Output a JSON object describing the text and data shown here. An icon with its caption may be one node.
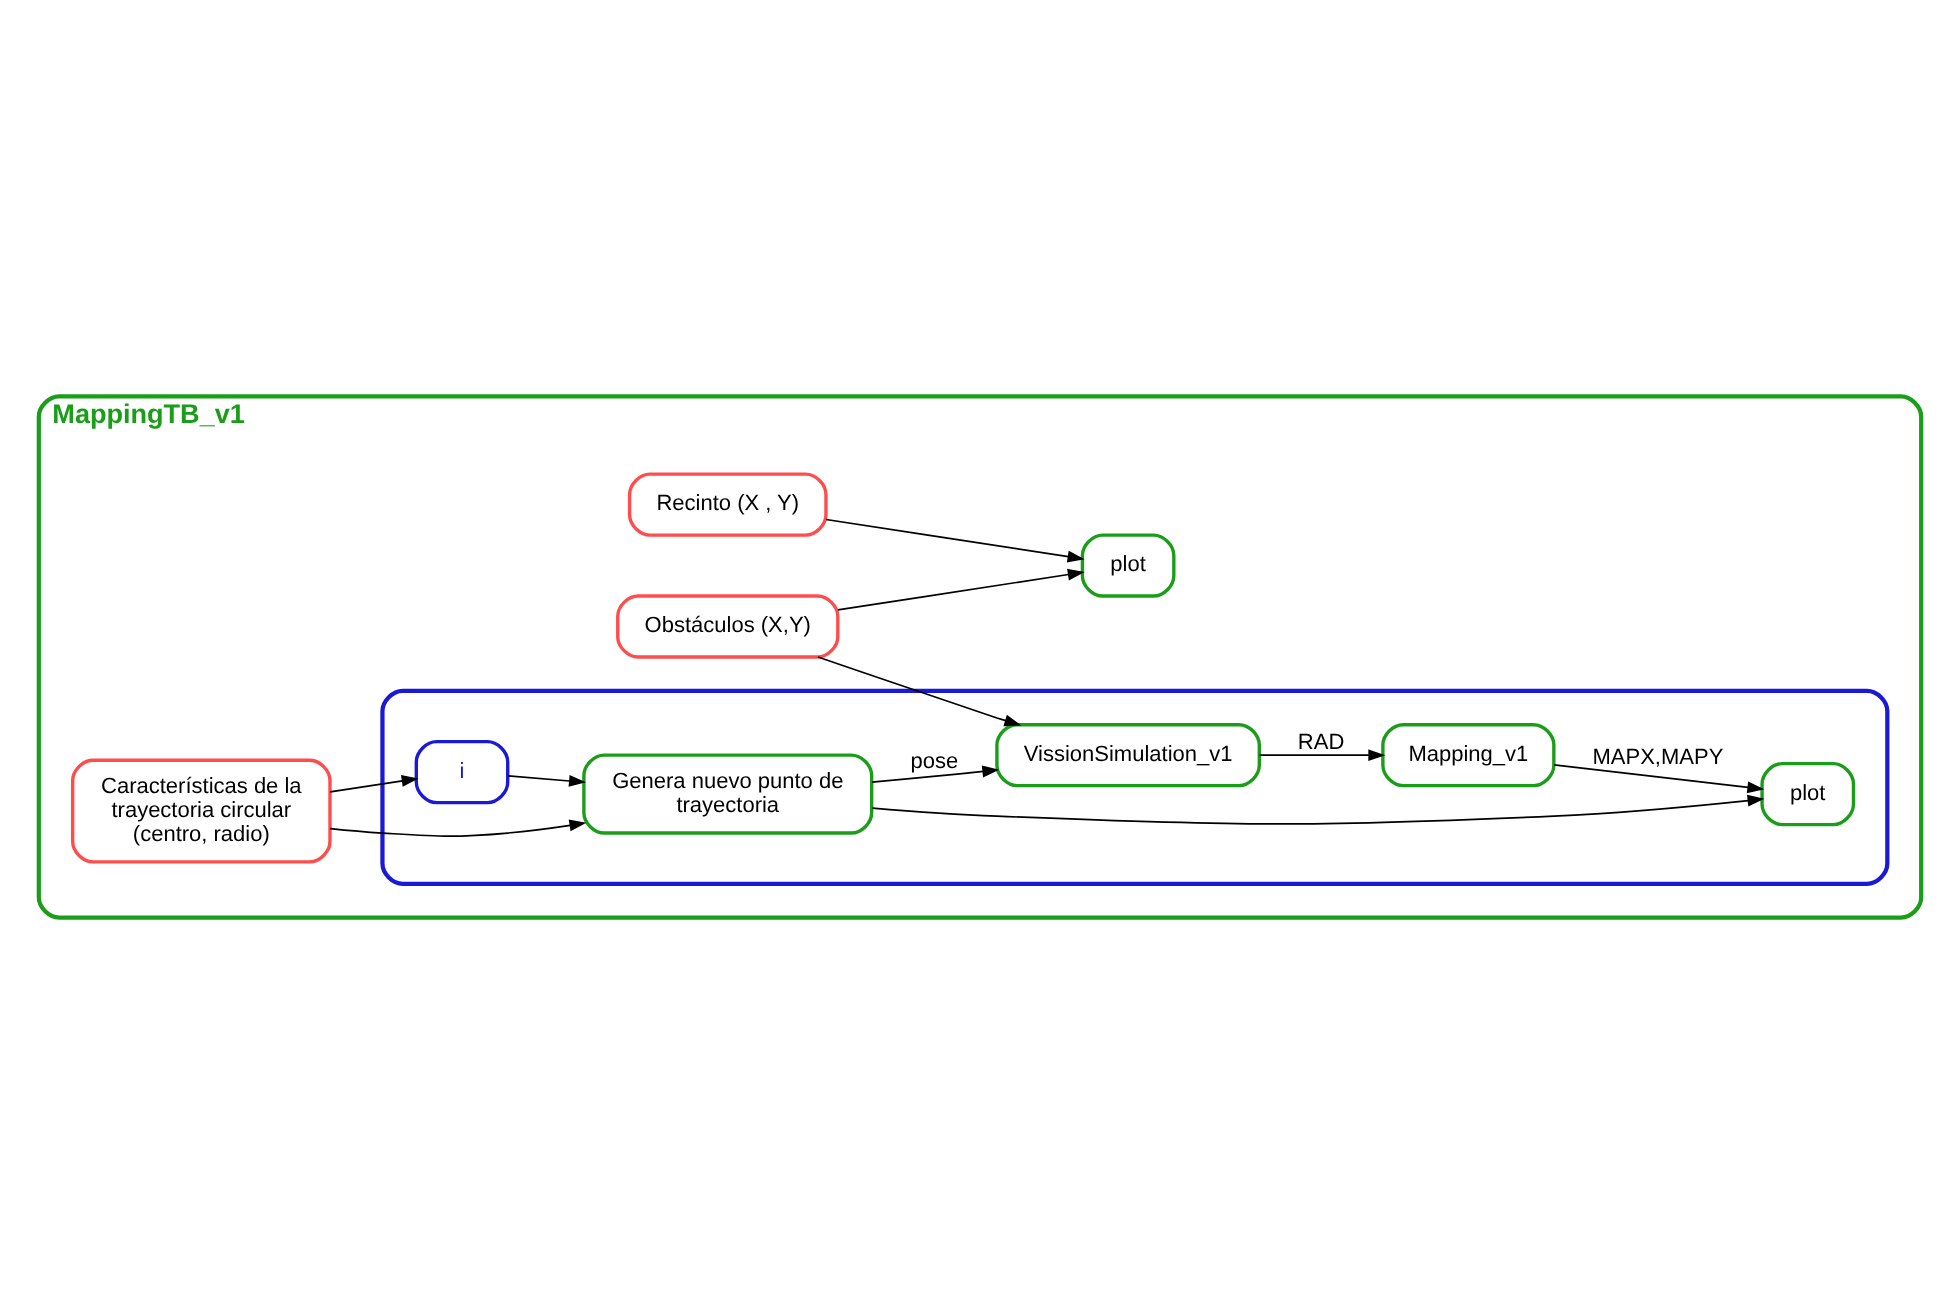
{
  "diagram": {
    "nodes": [
      {
        "text": [
          "MappingTB_v1"
        ]
      },
      {
        "text": [
          "Recinto (X , Y)"
        ],
        "in": 0
      },
      {
        "text": [
          "Obstáculos (X,Y)"
        ],
        "in": 0
      },
      {
        "text": [
          "plot"
        ],
        "in": 0
      },
      {
        "text": [],
        "shape": "box",
        "in": 0
      },
      {
        "text": [
          "Características de la trayectoria circular (centro, radio)"
        ],
        "in": 0
      },
      {
        "text": [
          "Genera nuevo punto de trayectoria"
        ],
        "in": 4
      },
      {
        "text": [
          "VissionSimulation_v1"
        ],
        "in": 4
      },
      {
        "text": [
          "Mapping_v1"
        ],
        "in": 4
      },
      {
        "text": [
          "plot"
        ],
        "in": 4
      },
      {
        "text": [
          "i"
        ],
        "in": 4
      }
    ],
    "edges": [
      {
        "from": 1,
        "to": 3,
        "arrow": "to"
      },
      {
        "from": 2,
        "to": 3,
        "arrow": "to"
      },
      {
        "from": 2,
        "to": 7,
        "arrow": "to"
      },
      {
        "from": 5,
        "to": 6,
        "arrow": "to"
      },
      {
        "from": 5,
        "to": 10,
        "arrow": "to"
      },
      {
        "from": 10,
        "to": 6,
        "arrow": "to"
      },
      {
        "from": 6,
        "to": 7,
        "arrow": "to",
        "label": "pose"
      },
      {
        "from": 6,
        "to": 9,
        "arrow": "to"
      },
      {
        "from": 7,
        "to": 8,
        "arrow": "to",
        "label": "RAD"
      },
      {
        "from": 8,
        "to": 9,
        "arrow": "to",
        "label": "MAPX,MAPY"
      }
    ]
  }
}
